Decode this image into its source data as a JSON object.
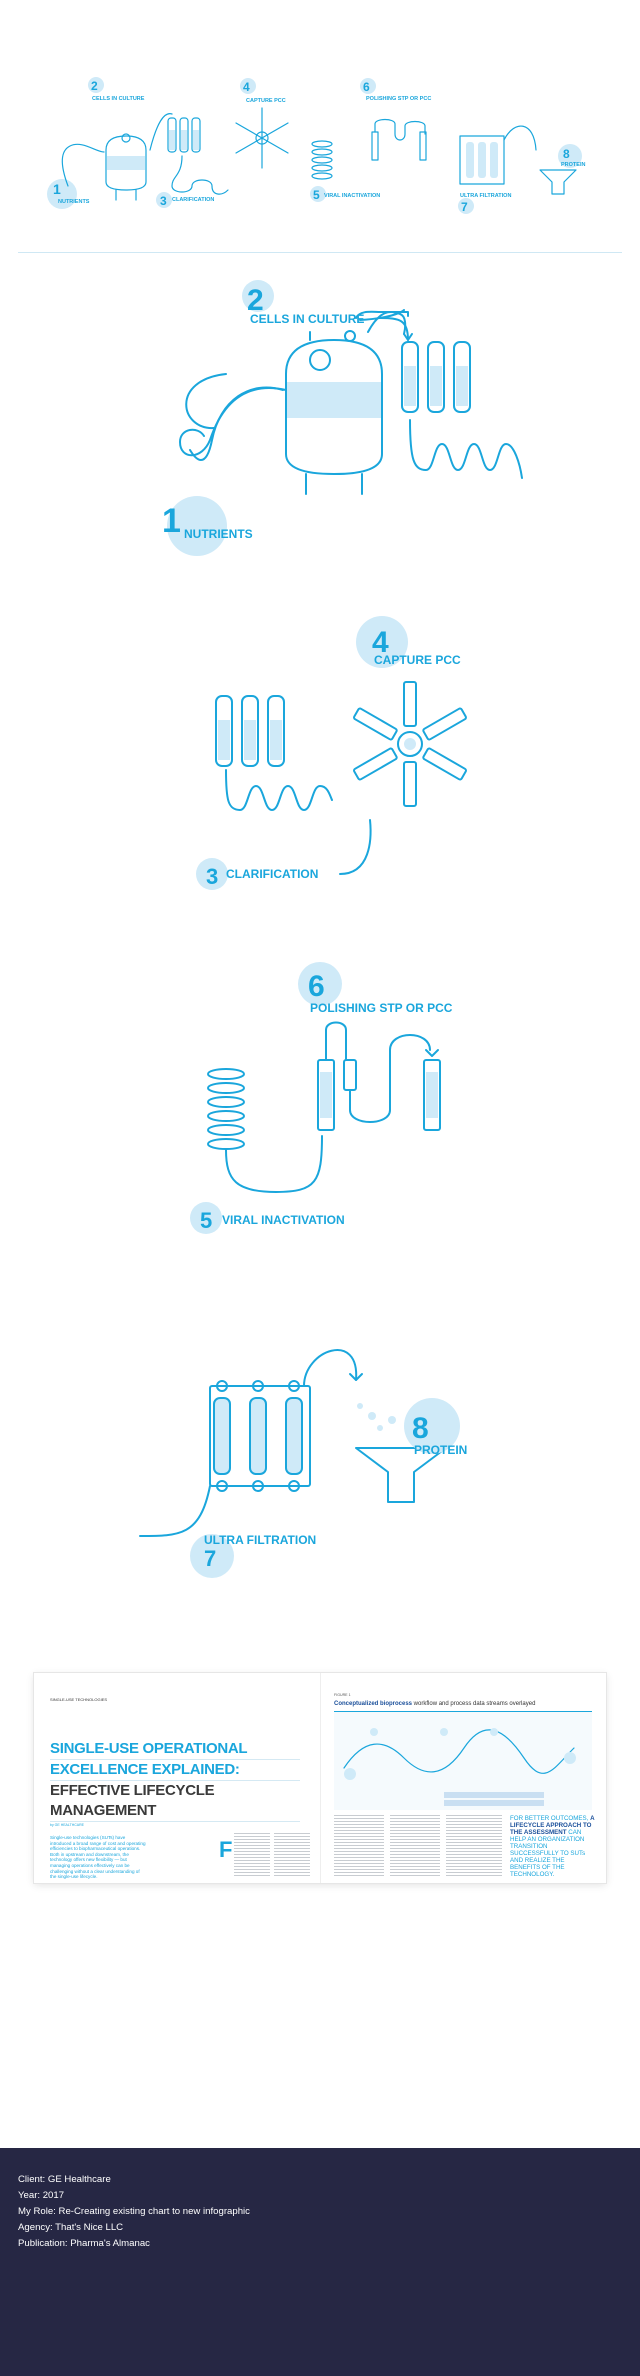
{
  "colors": {
    "accent": "#1aa6dc",
    "liquid": "#cfeaf8",
    "footer_bg": "#262744"
  },
  "steps": [
    {
      "number": "1",
      "label": "NUTRIENTS"
    },
    {
      "number": "2",
      "label": "CELLS IN CULTURE"
    },
    {
      "number": "3",
      "label": "CLARIFICATION"
    },
    {
      "number": "4",
      "label": "CAPTURE PCC"
    },
    {
      "number": "5",
      "label": "VIRAL INACTIVATION"
    },
    {
      "number": "6",
      "label": "POLISHING STP OR PCC"
    },
    {
      "number": "7",
      "label": "ULTRA  FILTRATION"
    },
    {
      "number": "8",
      "label": "PROTEIN"
    }
  ],
  "spread": {
    "section_tag": "SINGLE-USE TECHNOLOGIES",
    "headline": [
      "SINGLE-USE OPERATIONAL",
      "EXCELLENCE EXPLAINED:",
      "EFFECTIVE LIFECYCLE MANAGEMENT"
    ],
    "byline": "by GE HEALTHCARE",
    "intro": "Single-use technologies (SUTs) have introduced a broad range of cost and operating efficiencies to biopharmaceutical operations. Both in upstream and downstream, the technology offers new flexibility — but managing operations effectively can be challenging without a clear understanding of the single-use lifecycle.",
    "dropcap": "F",
    "figure_tag": "FIGURE 1",
    "figure_title_bold": "Conceptualized bioprocess",
    "figure_title_rest": " workflow and process data streams overlayed",
    "pull_quote_1": "FOR BETTER OUTCOMES, ",
    "pull_quote_2": "A LIFECYCLE APPROACH TO THE ASSESSMENT",
    "pull_quote_3": " CAN HELP AN ORGANIZATION TRANSITION SUCCESSFULLY TO SUTs AND REALIZE THE BENEFITS OF THE TECHNOLOGY."
  },
  "footer": {
    "client": "Client: GE Healthcare",
    "year": "Year: 2017",
    "role": "My Role: Re-Creating existing chart to new infographic",
    "agency": "Agency: That's Nice LLC",
    "publication": "Publication: Pharma's Almanac"
  }
}
